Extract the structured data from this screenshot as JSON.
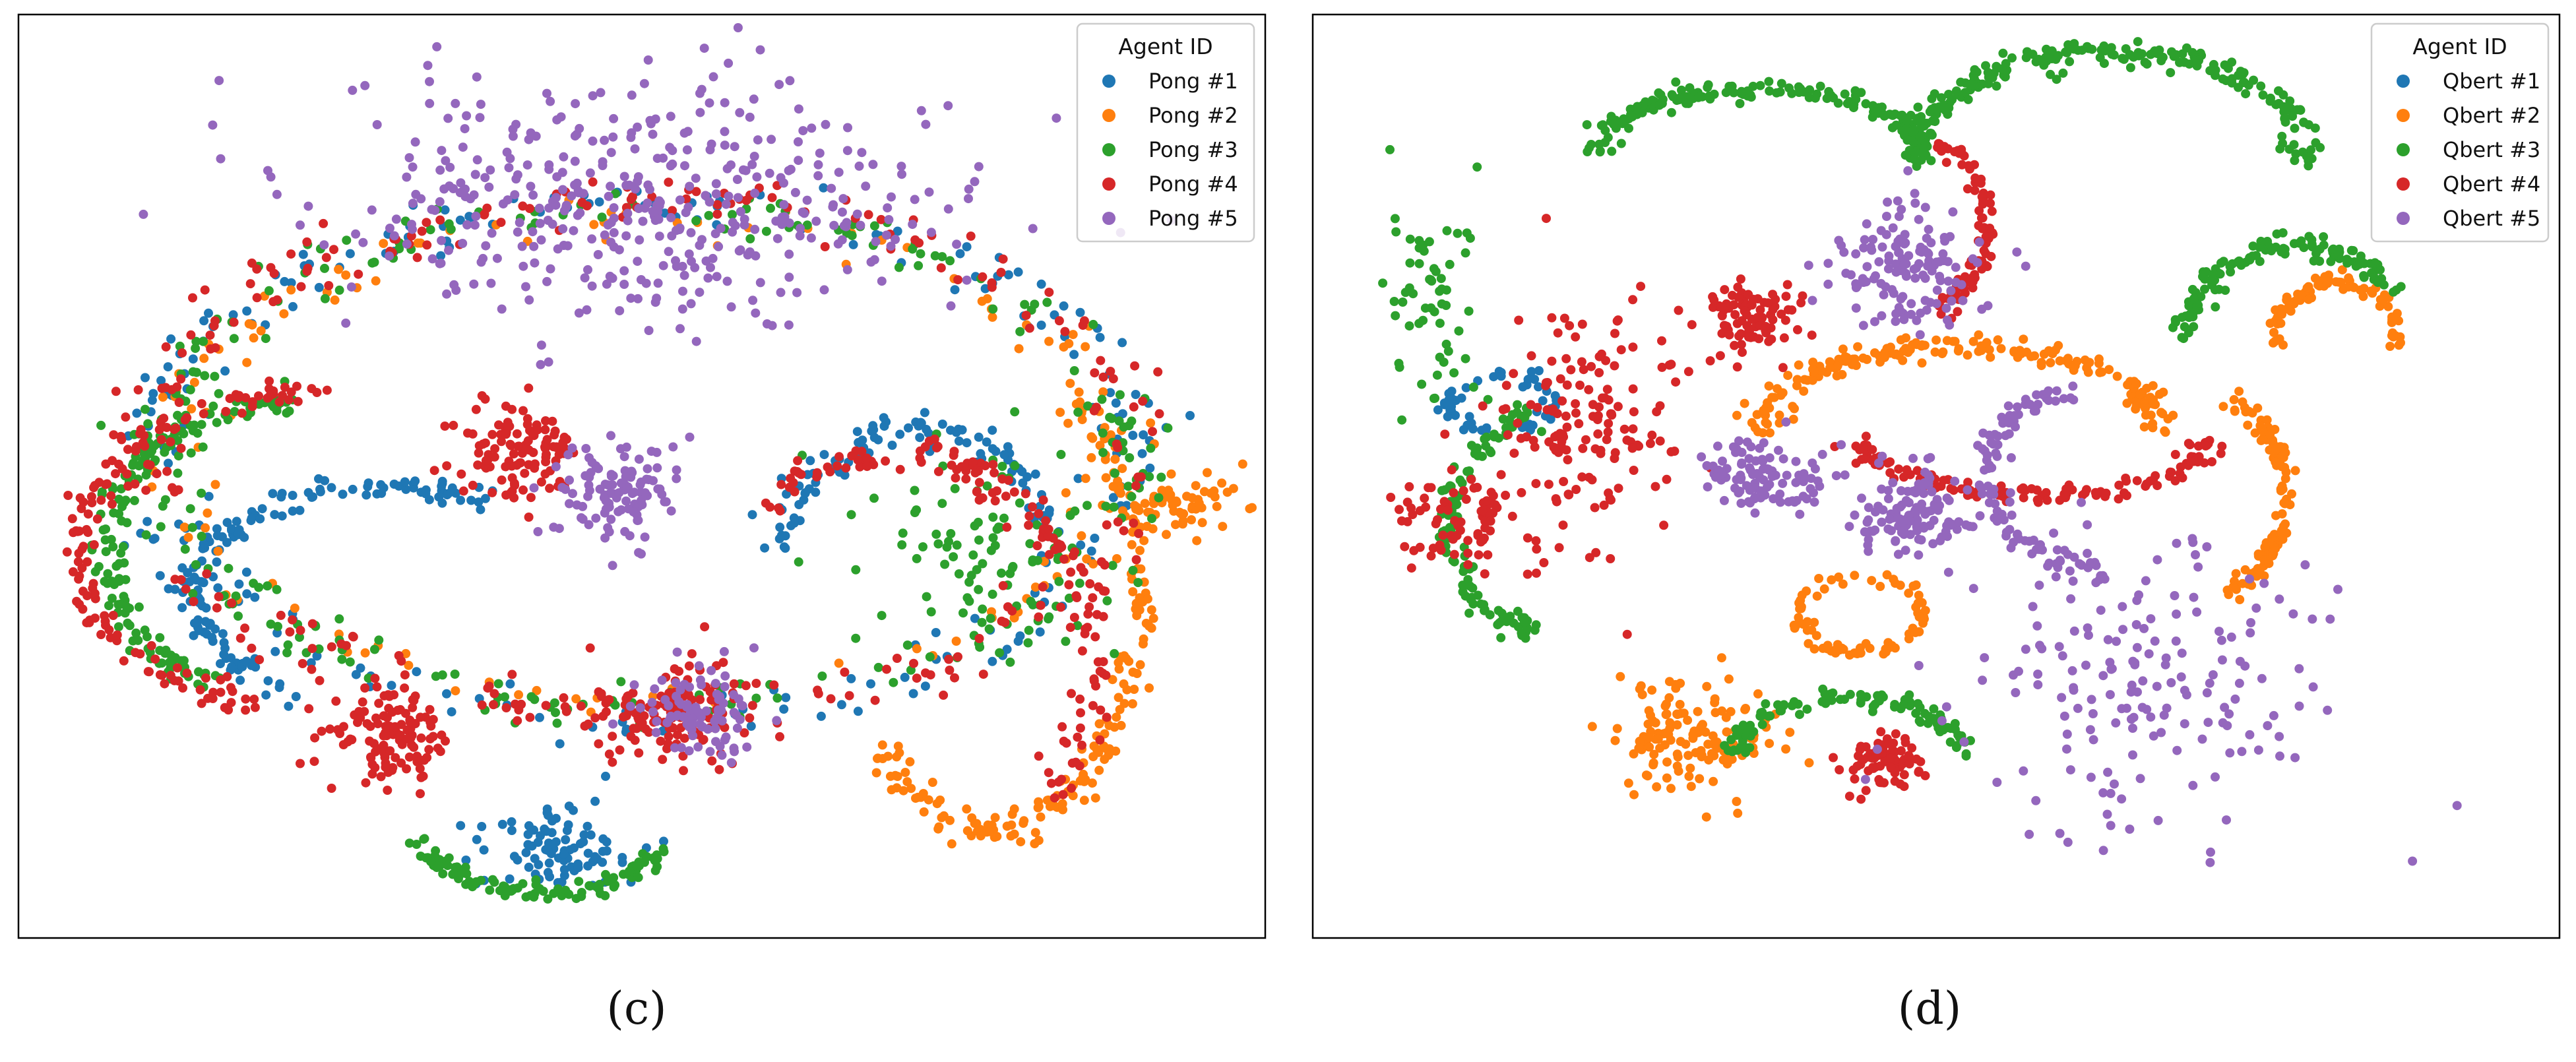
{
  "panels": [
    {
      "label": "(c)",
      "legend_title": "Agent ID",
      "legend_items": [
        "Pong #1",
        "Pong #2",
        "Pong #3",
        "Pong #4",
        "Pong #5"
      ]
    },
    {
      "label": "(d)",
      "legend_title": "Agent ID",
      "legend_items": [
        "Qbert #1",
        "Qbert #2",
        "Qbert #3",
        "Qbert #4",
        "Qbert #5"
      ]
    }
  ],
  "chart_data": [
    {
      "type": "scatter",
      "title": "",
      "xlabel": "",
      "ylabel": "",
      "axes": "hidden (t-SNE embedding, no ticks)",
      "legend": {
        "title": "Agent ID",
        "placement": "top-right"
      },
      "grid": false,
      "series": [
        {
          "name": "Pong #1",
          "color": "#1f77b4",
          "clusters": [
            {
              "type": "ring",
              "center": [
                0.5,
                0.48
              ],
              "radius": [
                0.4,
                0.28
              ],
              "arc": [
                0,
                360
              ],
              "count": 220
            },
            {
              "type": "arc",
              "center": [
                0.3,
                0.63
              ],
              "radius": [
                0.16,
                0.12
              ],
              "arc": [
                120,
                300
              ],
              "count": 140
            },
            {
              "type": "blob",
              "center": [
                0.43,
                0.9
              ],
              "radius": [
                0.06,
                0.05
              ],
              "count": 90
            },
            {
              "type": "arc",
              "center": [
                0.72,
                0.65
              ],
              "radius": [
                0.12,
                0.2
              ],
              "arc": [
                200,
                340
              ],
              "count": 110
            }
          ]
        },
        {
          "name": "Pong #2",
          "color": "#ff7f0e",
          "clusters": [
            {
              "type": "arc",
              "center": [
                0.78,
                0.63
              ],
              "radius": [
                0.12,
                0.25
              ],
              "arc": [
                300,
                500
              ],
              "count": 190
            },
            {
              "type": "ring",
              "center": [
                0.5,
                0.48
              ],
              "radius": [
                0.38,
                0.26
              ],
              "arc": [
                0,
                360
              ],
              "count": 120
            },
            {
              "type": "blob",
              "center": [
                0.93,
                0.53
              ],
              "radius": [
                0.05,
                0.03
              ],
              "count": 60
            }
          ]
        },
        {
          "name": "Pong #3",
          "color": "#2ca02c",
          "clusters": [
            {
              "type": "ring",
              "center": [
                0.5,
                0.48
              ],
              "radius": [
                0.39,
                0.27
              ],
              "arc": [
                0,
                360
              ],
              "count": 240
            },
            {
              "type": "arc",
              "center": [
                0.22,
                0.58
              ],
              "radius": [
                0.15,
                0.16
              ],
              "arc": [
                110,
                270
              ],
              "count": 150
            },
            {
              "type": "arc",
              "center": [
                0.42,
                0.88
              ],
              "radius": [
                0.1,
                0.07
              ],
              "arc": [
                10,
                170
              ],
              "count": 110
            },
            {
              "type": "blob",
              "center": [
                0.78,
                0.58
              ],
              "radius": [
                0.1,
                0.12
              ],
              "count": 90
            }
          ]
        },
        {
          "name": "Pong #4",
          "color": "#d62728",
          "clusters": [
            {
              "type": "ring",
              "center": [
                0.5,
                0.48
              ],
              "radius": [
                0.4,
                0.28
              ],
              "arc": [
                0,
                360
              ],
              "count": 260
            },
            {
              "type": "blob",
              "center": [
                0.4,
                0.47
              ],
              "radius": [
                0.05,
                0.05
              ],
              "count": 110
            },
            {
              "type": "blob",
              "center": [
                0.3,
                0.78
              ],
              "radius": [
                0.05,
                0.05
              ],
              "count": 120
            },
            {
              "type": "arc",
              "center": [
                0.22,
                0.58
              ],
              "radius": [
                0.17,
                0.17
              ],
              "arc": [
                100,
                280
              ],
              "count": 140
            },
            {
              "type": "blob",
              "center": [
                0.53,
                0.76
              ],
              "radius": [
                0.06,
                0.06
              ],
              "count": 120
            },
            {
              "type": "arc",
              "center": [
                0.7,
                0.7
              ],
              "radius": [
                0.16,
                0.22
              ],
              "arc": [
                230,
                400
              ],
              "count": 140
            }
          ]
        },
        {
          "name": "Pong #5",
          "color": "#9467bd",
          "clusters": [
            {
              "type": "blob",
              "center": [
                0.5,
                0.2
              ],
              "radius": [
                0.26,
                0.13
              ],
              "count": 430
            },
            {
              "type": "blob",
              "center": [
                0.48,
                0.52
              ],
              "radius": [
                0.05,
                0.05
              ],
              "count": 110
            },
            {
              "type": "blob",
              "center": [
                0.55,
                0.76
              ],
              "radius": [
                0.05,
                0.05
              ],
              "count": 90
            }
          ]
        }
      ]
    },
    {
      "type": "scatter",
      "title": "",
      "xlabel": "",
      "ylabel": "",
      "axes": "hidden (t-SNE embedding, no ticks)",
      "legend": {
        "title": "Agent ID",
        "placement": "top-right"
      },
      "grid": false,
      "series": [
        {
          "name": "Qbert #1",
          "color": "#1f77b4",
          "clusters": [
            {
              "type": "arc",
              "center": [
                0.15,
                0.42
              ],
              "radius": [
                0.04,
                0.03
              ],
              "arc": [
                0,
                360
              ],
              "count": 60
            }
          ]
        },
        {
          "name": "Qbert #2",
          "color": "#ff7f0e",
          "clusters": [
            {
              "type": "arc",
              "center": [
                0.52,
                0.45
              ],
              "radius": [
                0.16,
                0.09
              ],
              "arc": [
                180,
                360
              ],
              "count": 200
            },
            {
              "type": "arc",
              "center": [
                0.73,
                0.52
              ],
              "radius": [
                0.05,
                0.1
              ],
              "arc": [
                -90,
                90
              ],
              "count": 110
            },
            {
              "type": "arc",
              "center": [
                0.82,
                0.36
              ],
              "radius": [
                0.05,
                0.07
              ],
              "arc": [
                180,
                360
              ],
              "count": 80
            },
            {
              "type": "blob",
              "center": [
                0.31,
                0.78
              ],
              "radius": [
                0.06,
                0.06
              ],
              "count": 140
            },
            {
              "type": "arc",
              "center": [
                0.44,
                0.65
              ],
              "radius": [
                0.05,
                0.04
              ],
              "arc": [
                0,
                360
              ],
              "count": 80
            }
          ]
        },
        {
          "name": "Qbert #3",
          "color": "#2ca02c",
          "clusters": [
            {
              "type": "arc",
              "center": [
                0.36,
                0.15
              ],
              "radius": [
                0.13,
                0.07
              ],
              "arc": [
                180,
                360
              ],
              "count": 170
            },
            {
              "type": "arc",
              "center": [
                0.64,
                0.16
              ],
              "radius": [
                0.16,
                0.12
              ],
              "arc": [
                180,
                360
              ],
              "count": 220
            },
            {
              "type": "arc",
              "center": [
                0.79,
                0.35
              ],
              "radius": [
                0.09,
                0.1
              ],
              "arc": [
                180,
                330
              ],
              "count": 130
            },
            {
              "type": "arc",
              "center": [
                0.19,
                0.55
              ],
              "radius": [
                0.08,
                0.12
              ],
              "arc": [
                100,
                260
              ],
              "count": 120
            },
            {
              "type": "arc",
              "center": [
                0.43,
                0.8
              ],
              "radius": [
                0.09,
                0.06
              ],
              "arc": [
                180,
                360
              ],
              "count": 110
            },
            {
              "type": "blob",
              "center": [
                0.1,
                0.3
              ],
              "radius": [
                0.04,
                0.12
              ],
              "count": 60
            }
          ]
        },
        {
          "name": "Qbert #4",
          "color": "#d62728",
          "clusters": [
            {
              "type": "blob",
              "center": [
                0.12,
                0.55
              ],
              "radius": [
                0.05,
                0.05
              ],
              "count": 80
            },
            {
              "type": "blob",
              "center": [
                0.22,
                0.45
              ],
              "radius": [
                0.07,
                0.14
              ],
              "count": 150
            },
            {
              "type": "blob",
              "center": [
                0.35,
                0.33
              ],
              "radius": [
                0.04,
                0.04
              ],
              "count": 90
            },
            {
              "type": "arc",
              "center": [
                0.58,
                0.46
              ],
              "radius": [
                0.14,
                0.06
              ],
              "arc": [
                0,
                180
              ],
              "count": 130
            },
            {
              "type": "blob",
              "center": [
                0.46,
                0.81
              ],
              "radius": [
                0.03,
                0.03
              ],
              "count": 80
            },
            {
              "type": "arc",
              "center": [
                0.49,
                0.23
              ],
              "radius": [
                0.05,
                0.09
              ],
              "arc": [
                -80,
                80
              ],
              "count": 90
            }
          ]
        },
        {
          "name": "Qbert #5",
          "color": "#9467bd",
          "clusters": [
            {
              "type": "blob",
              "center": [
                0.48,
                0.27
              ],
              "radius": [
                0.06,
                0.07
              ],
              "count": 140
            },
            {
              "type": "blob",
              "center": [
                0.48,
                0.54
              ],
              "radius": [
                0.05,
                0.05
              ],
              "count": 110
            },
            {
              "type": "blob",
              "center": [
                0.36,
                0.5
              ],
              "radius": [
                0.05,
                0.04
              ],
              "count": 100
            },
            {
              "type": "blob",
              "center": [
                0.66,
                0.72
              ],
              "radius": [
                0.16,
                0.16
              ],
              "count": 180
            },
            {
              "type": "arc",
              "center": [
                0.64,
                0.5
              ],
              "radius": [
                0.1,
                0.1
              ],
              "arc": [
                90,
                250
              ],
              "count": 110
            }
          ]
        }
      ]
    }
  ]
}
